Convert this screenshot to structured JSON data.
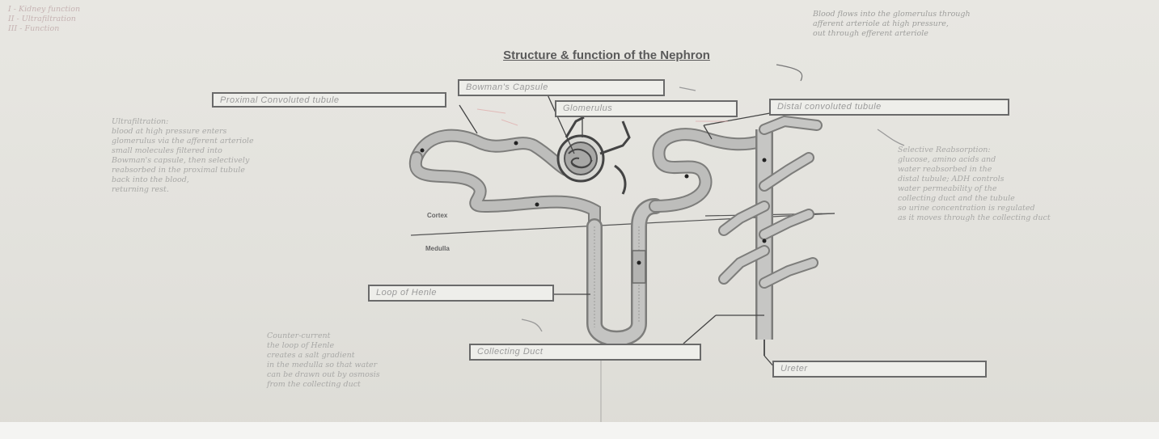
{
  "title": "Structure & function of the Nephron",
  "labels": {
    "proximal": "Proximal Convoluted tubule",
    "bowmans": "Bowman's Capsule",
    "glomerulus": "Glomerulus",
    "distal": "Distal convoluted tubule",
    "loop": "Loop of Henle",
    "collecting": "Collecting Duct",
    "ureter": "Ureter"
  },
  "regions": {
    "cortex": "Cortex",
    "medulla": "Medulla"
  },
  "notes": {
    "legend": [
      "I - Kidney function",
      "II - Ultrafiltration",
      "III - Function"
    ],
    "top_right": [
      "Blood flows into the glomerulus through",
      "afferent arteriole at high pressure,",
      "out through efferent arteriole"
    ],
    "left": [
      "Ultrafiltration:",
      "blood at high pressure enters",
      "glomerulus via the afferent arteriole",
      "small molecules filtered into",
      "Bowman's capsule, then selectively",
      "reabsorbed in the proximal tubule",
      "back into the blood,",
      "returning rest."
    ],
    "right": [
      "Selective Reabsorption:",
      "glucose, amino acids and",
      "water reabsorbed in the",
      "distal tubule; ADH controls",
      "water permeability of the",
      "collecting duct and the tubule",
      "so urine concentration is regulated",
      "as it moves through the collecting duct"
    ],
    "bottom": [
      "Counter-current",
      "the loop of Henle",
      "creates a salt gradient",
      "in the medulla so that water",
      "can be drawn out by osmosis",
      "from the collecting duct"
    ]
  },
  "colors": {
    "tube_fill": "#bdbdbb",
    "tube_stroke": "#7d7d7b",
    "box_border": "#6a6a6a"
  }
}
